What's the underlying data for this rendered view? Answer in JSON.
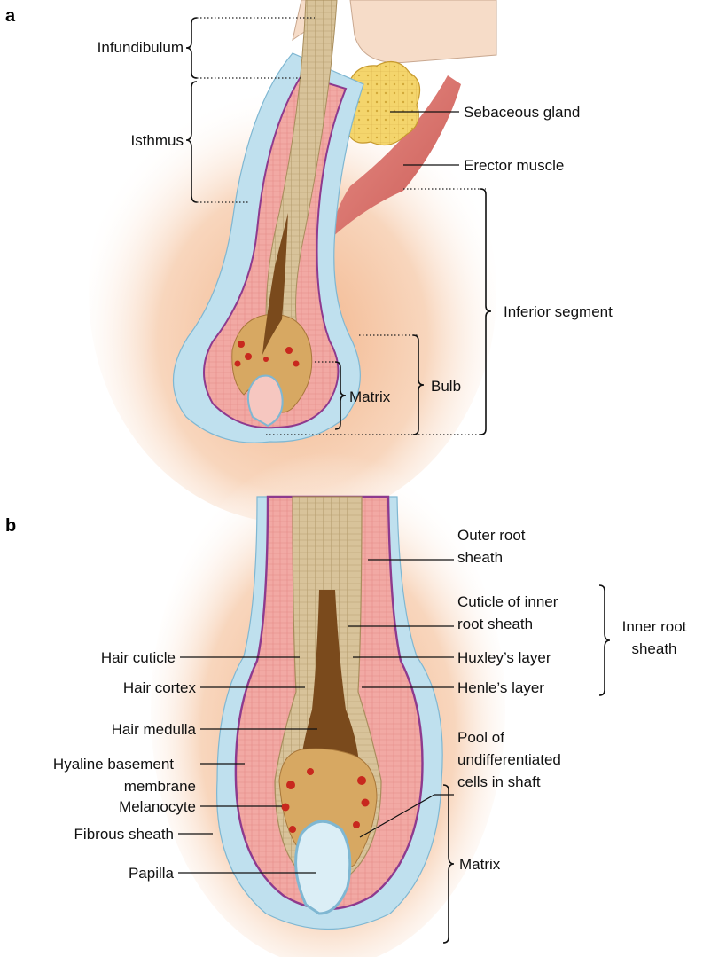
{
  "panel_a": {
    "letter": "a",
    "labels": {
      "infundibulum": "Infundibulum",
      "isthmus": "Isthmus",
      "sebaceous_gland": "Sebaceous gland",
      "erector_muscle": "Erector muscle",
      "inferior_segment": "Inferior segment",
      "matrix": "Matrix",
      "bulb": "Bulb"
    }
  },
  "panel_b": {
    "letter": "b",
    "labels": {
      "outer_root_sheath_1": "Outer root",
      "outer_root_sheath_2": "sheath",
      "cuticle_inner_1": "Cuticle of inner",
      "cuticle_inner_2": "root sheath",
      "inner_root_sheath_1": "Inner root",
      "inner_root_sheath_2": "sheath",
      "huxley": "Huxley’s layer",
      "henle": "Henle’s layer",
      "hair_cuticle": "Hair cuticle",
      "hair_cortex": "Hair cortex",
      "hair_medulla": "Hair medulla",
      "hyaline_1": "Hyaline basement",
      "hyaline_2": "membrane",
      "pool_1": "Pool of",
      "pool_2": "undifferentiated",
      "pool_3": "cells in shaft",
      "melanocyte": "Melanocyte",
      "fibrous_sheath": "Fibrous sheath",
      "papilla": "Papilla",
      "matrix": "Matrix"
    }
  },
  "colors": {
    "skin": "#f6c9a8",
    "outer_root_cells": "#9fd0e6",
    "inner_sheath": "#f0a8a8",
    "purple_layer": "#8e3a8e",
    "hair_shaft": "#d9c49a",
    "medulla": "#7a4a1c",
    "melanocyte": "#c8281e",
    "sebaceous": "#f3d36a",
    "muscle": "#d9706a"
  }
}
